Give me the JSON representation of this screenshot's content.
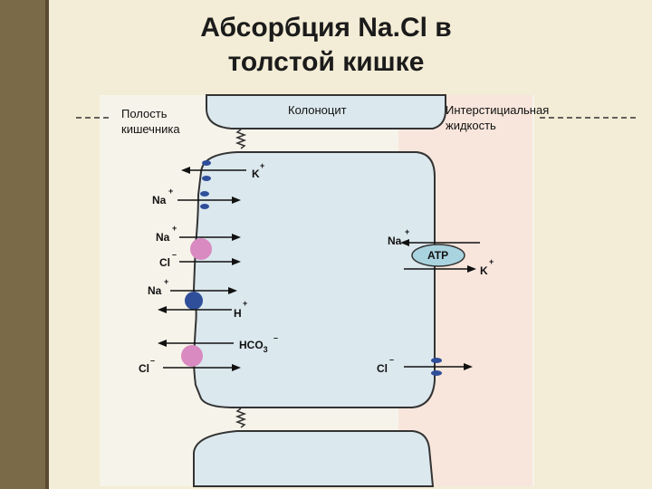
{
  "title_line1": "Абсорбция Na.Cl в",
  "title_line2": "толстой кишке",
  "labels": {
    "lumen": [
      "Полость",
      "кишечника"
    ],
    "colonocyte": "Колоноцит",
    "interstitial": [
      "Интерстициальная",
      "жидкость"
    ]
  },
  "ions": {
    "k": "K",
    "k_charge": "+",
    "na": "Na",
    "na_charge": "+",
    "cl": "Cl",
    "cl_charge": "–",
    "h": "H",
    "h_charge": "+",
    "hco3": "HCO",
    "hco3_sub": "3",
    "hco3_charge": "–",
    "atp": "ATP"
  },
  "colors": {
    "cell": "#dbe8ee",
    "lumen": "#f6f3ea",
    "interstitial": "#f8e6dc",
    "transporter_pink": "#d98ac0",
    "transporter_blue": "#2f4f9a",
    "atp_fill": "#a9d3df",
    "sidebar": "#7a6a48"
  }
}
